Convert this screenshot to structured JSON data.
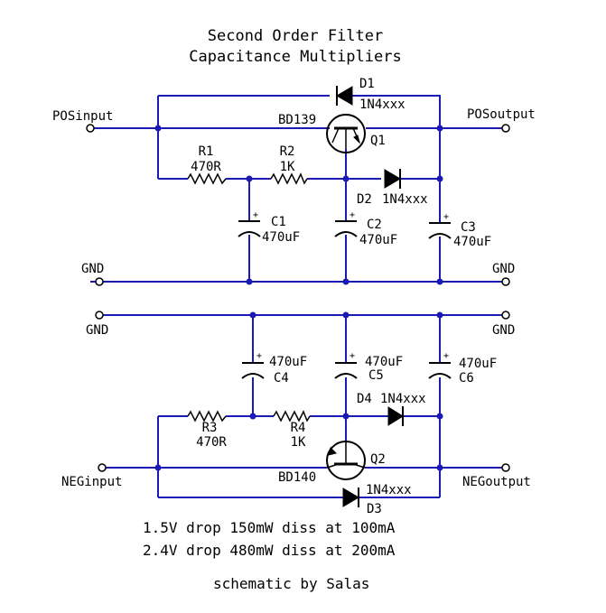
{
  "title": [
    "Second Order Filter",
    "Capacitance Multipliers"
  ],
  "terminals": {
    "pos_input": "POSinput",
    "pos_output": "POSoutput",
    "neg_input": "NEGinput",
    "neg_output": "NEGoutput",
    "gnd": "GND"
  },
  "components": {
    "D1": {
      "ref": "D1",
      "value": "1N4xxx"
    },
    "D2": {
      "ref": "D2",
      "value": "1N4xxx"
    },
    "D3": {
      "ref": "D3",
      "value": "1N4xxx"
    },
    "D4": {
      "ref": "D4",
      "value": "1N4xxx"
    },
    "Q1": {
      "ref": "Q1",
      "value": "BD139"
    },
    "Q2": {
      "ref": "Q2",
      "value": "BD140"
    },
    "R1": {
      "ref": "R1",
      "value": "470R"
    },
    "R2": {
      "ref": "R2",
      "value": "1K"
    },
    "R3": {
      "ref": "R3",
      "value": "470R"
    },
    "R4": {
      "ref": "R4",
      "value": "1K"
    },
    "C1": {
      "ref": "C1",
      "value": "470uF"
    },
    "C2": {
      "ref": "C2",
      "value": "470uF"
    },
    "C3": {
      "ref": "C3",
      "value": "470uF"
    },
    "C4": {
      "ref": "C4",
      "value": "470uF"
    },
    "C5": {
      "ref": "C5",
      "value": "470uF"
    },
    "C6": {
      "ref": "C6",
      "value": "470uF"
    }
  },
  "notes": [
    "1.5V drop 150mW diss at 100mA",
    "2.4V drop 480mW diss at 200mA"
  ],
  "credit": "schematic by Salas"
}
